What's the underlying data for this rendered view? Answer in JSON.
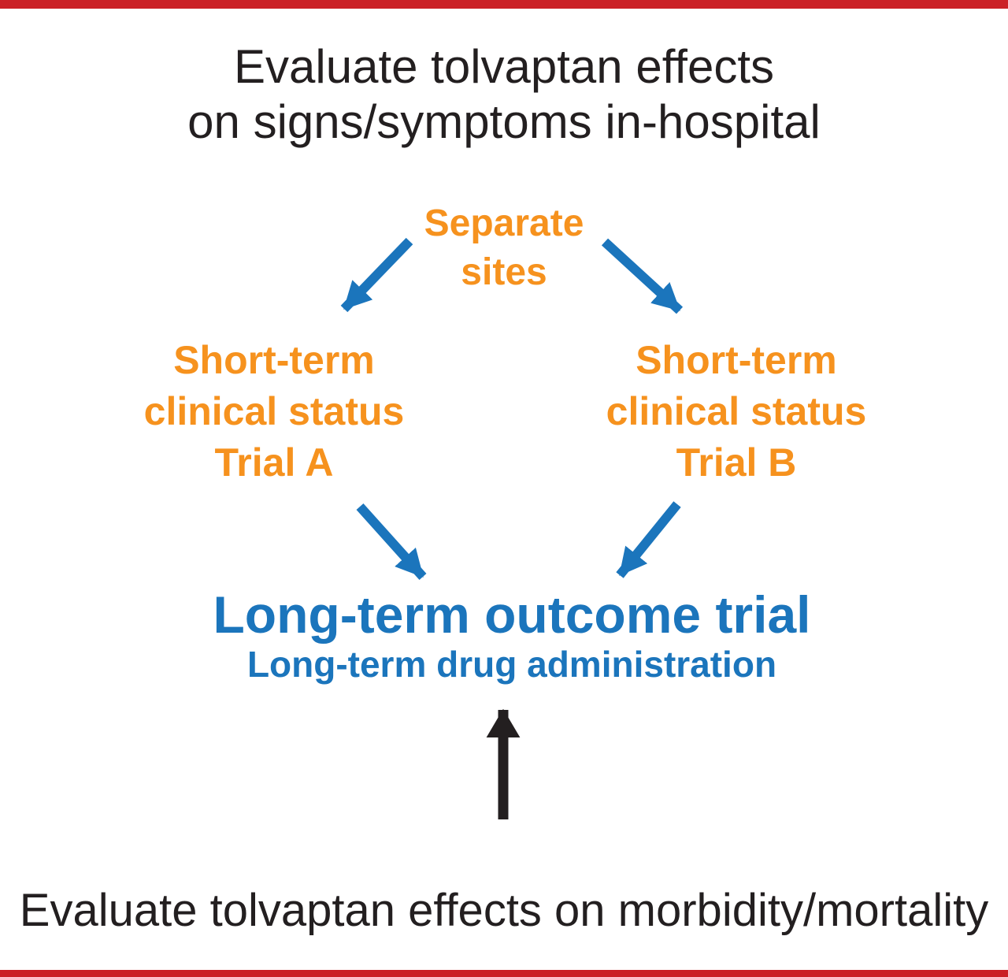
{
  "captions": {
    "top_line1": "Evaluate tolvaptan effects",
    "top_line2": "on signs/symptoms in-hospital",
    "bottom": "Evaluate tolvaptan effects on morbidity/mortality"
  },
  "nodes": {
    "separate_sites": {
      "line1": "Separate",
      "line2": "sites"
    },
    "trial_a": {
      "line1": "Short-term",
      "line2": "clinical status",
      "line3": "Trial A"
    },
    "trial_b": {
      "line1": "Short-term",
      "line2": "clinical status",
      "line3": "Trial B"
    },
    "outcome_trial": {
      "title": "Long-term outcome trial",
      "subtitle": "Long-term drug administration"
    }
  },
  "icons": {
    "diverge_left": "arrow-down-left",
    "diverge_right": "arrow-down-right",
    "converge_left": "arrow-down-right",
    "converge_right": "arrow-down-left",
    "morbidity_input": "arrow-up"
  },
  "colors": {
    "border_red": "#CB2026",
    "node_orange": "#F6921E",
    "arrow_blue": "#1B75BC",
    "text_black": "#231F20",
    "background": "#FFFFFF"
  }
}
